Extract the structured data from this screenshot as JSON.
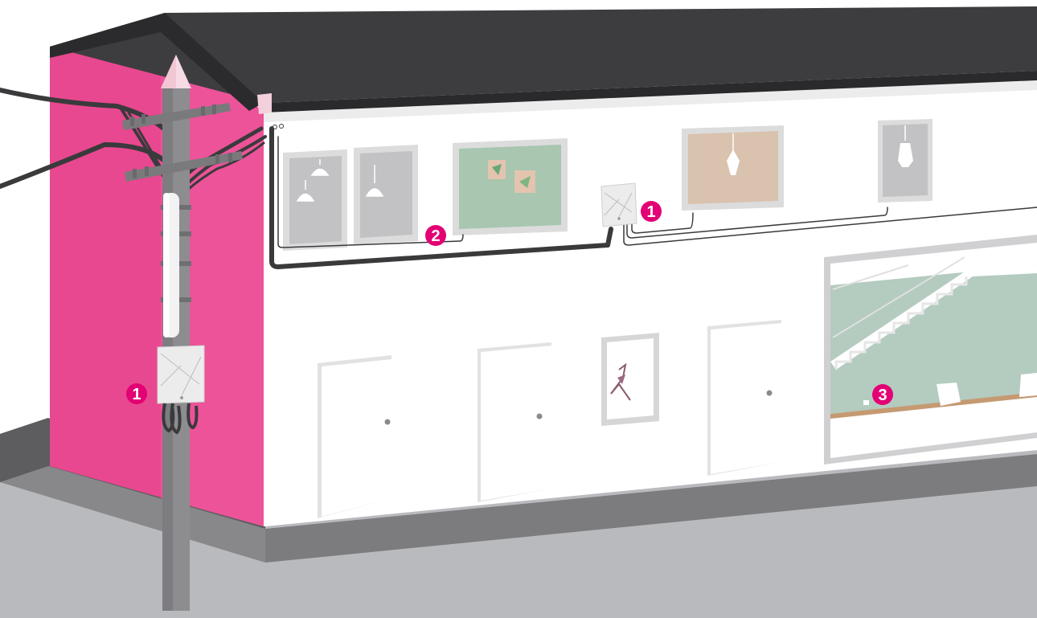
{
  "colors": {
    "accent": "#e20074",
    "building_wall": "#e8488f",
    "roof": "#3d3d3f",
    "cable": "#3a3a3c",
    "ground": "#b9babd",
    "pole": "#8d8c8f",
    "window_gray": "#cfcfd0",
    "window_green": "#a8c6b0",
    "window_beige": "#d9c2ae",
    "room_green": "#b4cbbf"
  },
  "markers": [
    {
      "label": "1",
      "icon": "numbered-marker"
    },
    {
      "label": "2",
      "icon": "numbered-marker"
    },
    {
      "label": "1",
      "icon": "numbered-marker"
    },
    {
      "label": "3",
      "icon": "numbered-marker"
    }
  ]
}
